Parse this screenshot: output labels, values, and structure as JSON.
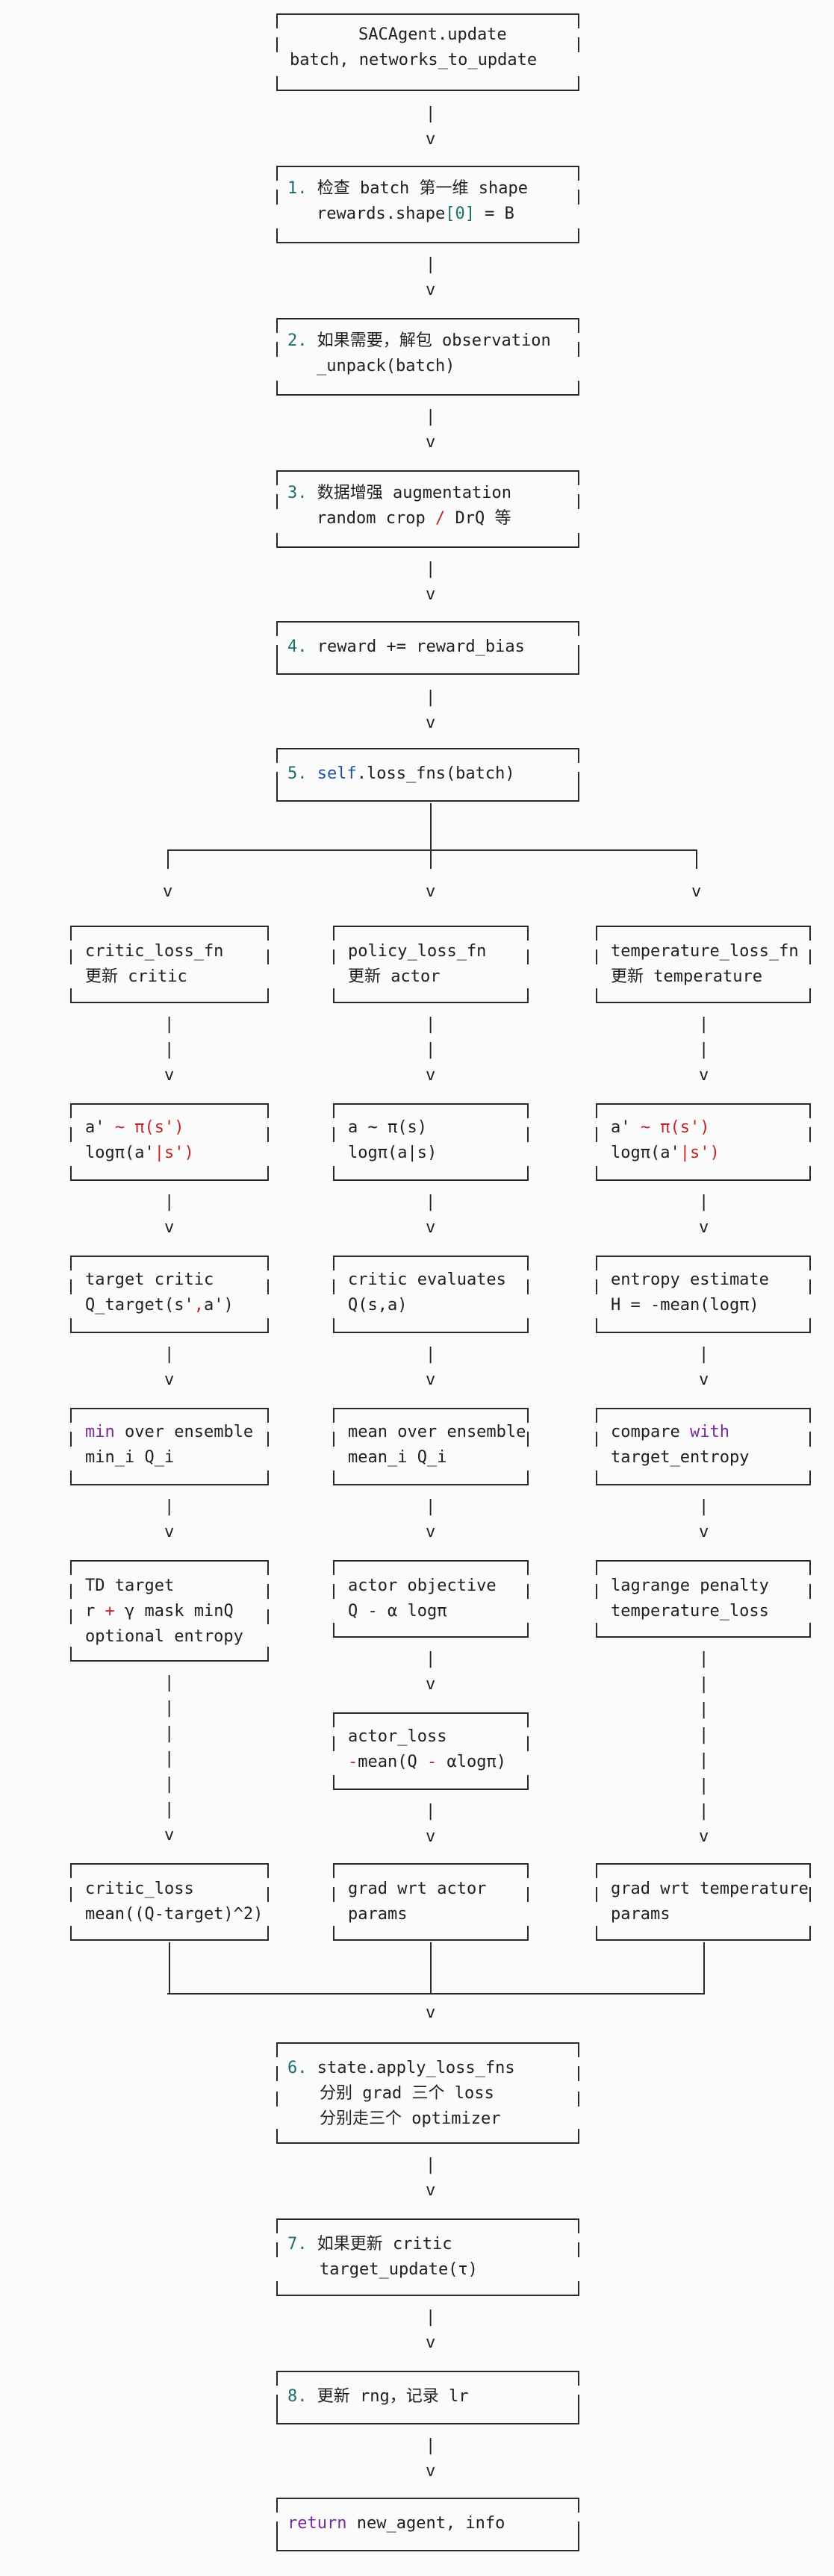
{
  "steps": {
    "title": {
      "line1": "SACAgent.update",
      "line2": "batch, networks_to_update"
    },
    "s1": {
      "num": "1.",
      "l1a": "检查",
      "l1b": " batch ",
      "l1c": "第一维",
      "l1d": " shape",
      "l2a": "rewards.shape",
      "l2b": "[",
      "l2c": "0",
      "l2d": "]",
      "l2e": " = B"
    },
    "s2": {
      "num": "2.",
      "l1a": "如果需要，解包",
      "l1b": " observation",
      "l2": "_unpack(batch)"
    },
    "s3": {
      "num": "3.",
      "l1a": "数据增强",
      "l1b": " augmentation",
      "l2a": "random crop ",
      "l2b": "/",
      "l2c": " DrQ ",
      "l2d": "等"
    },
    "s4": {
      "num": "4.",
      "text": "reward += reward_bias"
    },
    "s5": {
      "num": "5.",
      "kw": "self",
      "text": ".loss_fns(batch)"
    },
    "s6": {
      "num": "6.",
      "l1": "state.apply_loss_fns",
      "l2a": "分别",
      "l2b": " grad ",
      "l2c": "三个",
      "l2d": " loss",
      "l3a": "分别走三个",
      "l3b": " optimizer"
    },
    "s7": {
      "num": "7.",
      "l1a": "如果更新",
      "l1b": " critic",
      "l2": "target_update(τ)"
    },
    "s8": {
      "num": "8.",
      "l1a": "更新",
      "l1b": " rng，",
      "l1c": "记录",
      "l1d": " lr"
    },
    "ret": {
      "kw": "return",
      "text": " new_agent, info"
    }
  },
  "critic": {
    "head": {
      "l1": "critic_loss_fn",
      "l2a": "更新",
      "l2b": " critic"
    },
    "b1": {
      "l1a": "a' ",
      "l1b": "~",
      "l1c": " π(s')",
      "l2a": "logπ(a'",
      "l2b": "|",
      "l2c": "s')"
    },
    "b2": {
      "l1": "target critic",
      "l2a": "Q_target(s'",
      "l2b": ",",
      "l2c": "a')"
    },
    "b3": {
      "l1a": "min",
      "l1b": " over ensemble",
      "l2": "min_i Q_i"
    },
    "b4": {
      "l1": "TD target",
      "l2a": "r ",
      "l2b": "+",
      "l2c": " γ mask minQ",
      "l3": "optional entropy"
    },
    "b5": {
      "l1": "critic_loss",
      "l2": "mean((Q-target)^2)"
    }
  },
  "policy": {
    "head": {
      "l1": "policy_loss_fn",
      "l2a": "更新",
      "l2b": " actor"
    },
    "b1": {
      "l1": "a ~ π(s)",
      "l2": "logπ(a|s)"
    },
    "b2": {
      "l1": "critic evaluates",
      "l2": "Q(s,a)"
    },
    "b3": {
      "l1": "mean over ensemble",
      "l2": "mean_i Q_i"
    },
    "b4": {
      "l1": "actor objective",
      "l2": "Q - α logπ"
    },
    "b5": {
      "l1": "actor_loss",
      "l2a": "-",
      "l2b": "mean(Q ",
      "l2c": "-",
      "l2d": " αlogπ)"
    },
    "b6": {
      "l1": "grad wrt actor",
      "l2": "params"
    }
  },
  "temperature": {
    "head": {
      "l1": "temperature_loss_fn",
      "l2a": "更新",
      "l2b": " temperature"
    },
    "b1": {
      "l1a": "a' ",
      "l1b": "~",
      "l1c": " π(s')",
      "l2a": "logπ(a'",
      "l2b": "|",
      "l2c": "s')"
    },
    "b2": {
      "l1": "entropy estimate",
      "l2": "H = -mean(logπ)"
    },
    "b3": {
      "l1a": "compare ",
      "l1b": "with",
      "l2": "target_entropy"
    },
    "b4": {
      "l1": "lagrange penalty",
      "l2": "temperature_loss"
    },
    "b5": {
      "l1": "grad wrt temperature",
      "l2": "params"
    }
  },
  "glyphs": {
    "bar": "|",
    "arrow": "v"
  }
}
